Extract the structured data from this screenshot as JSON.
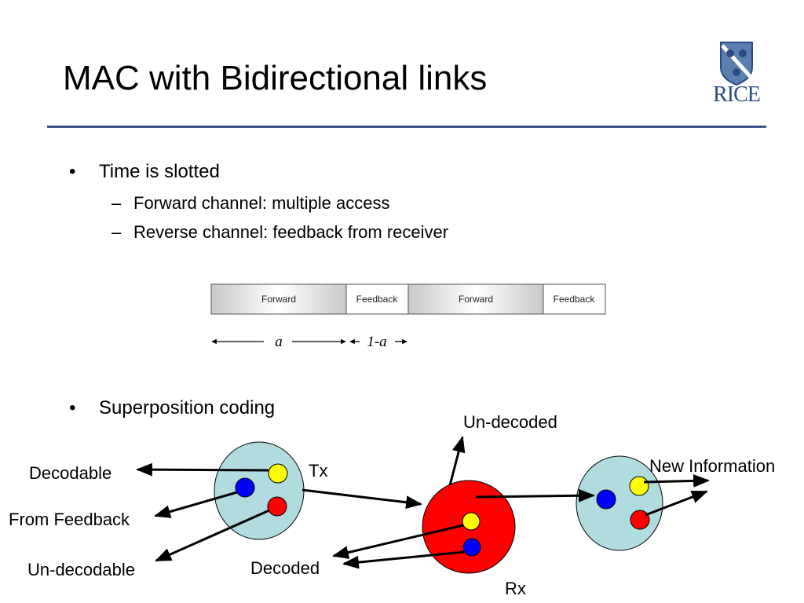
{
  "slide": {
    "title": "MAC with Bidirectional links",
    "logo_text": "RICE"
  },
  "bullets": [
    {
      "text": "Time is slotted",
      "subs": [
        "Forward channel: multiple access",
        "Reverse channel: feedback from receiver"
      ]
    },
    {
      "text": "Superposition coding"
    }
  ],
  "markers": {
    "bullet": "•",
    "dash": "–"
  },
  "frame": {
    "slots": [
      "Forward",
      "Feedback",
      "Forward",
      "Feedback"
    ],
    "label_a": "a",
    "label_1a": "1-a"
  },
  "diagram": {
    "labels": {
      "decodable": "Decodable",
      "from_feedback": "From Feedback",
      "un_decodable": "Un-decodable",
      "tx": "Tx",
      "un_decoded": "Un-decoded",
      "decoded": "Decoded",
      "rx": "Rx",
      "new_information": "New Information"
    },
    "colors": {
      "node_fill": "#b0dce0",
      "rx_fill": "#ff0000",
      "yellow": "#ffff00",
      "blue": "#0000ff",
      "red": "#ff0000"
    }
  }
}
